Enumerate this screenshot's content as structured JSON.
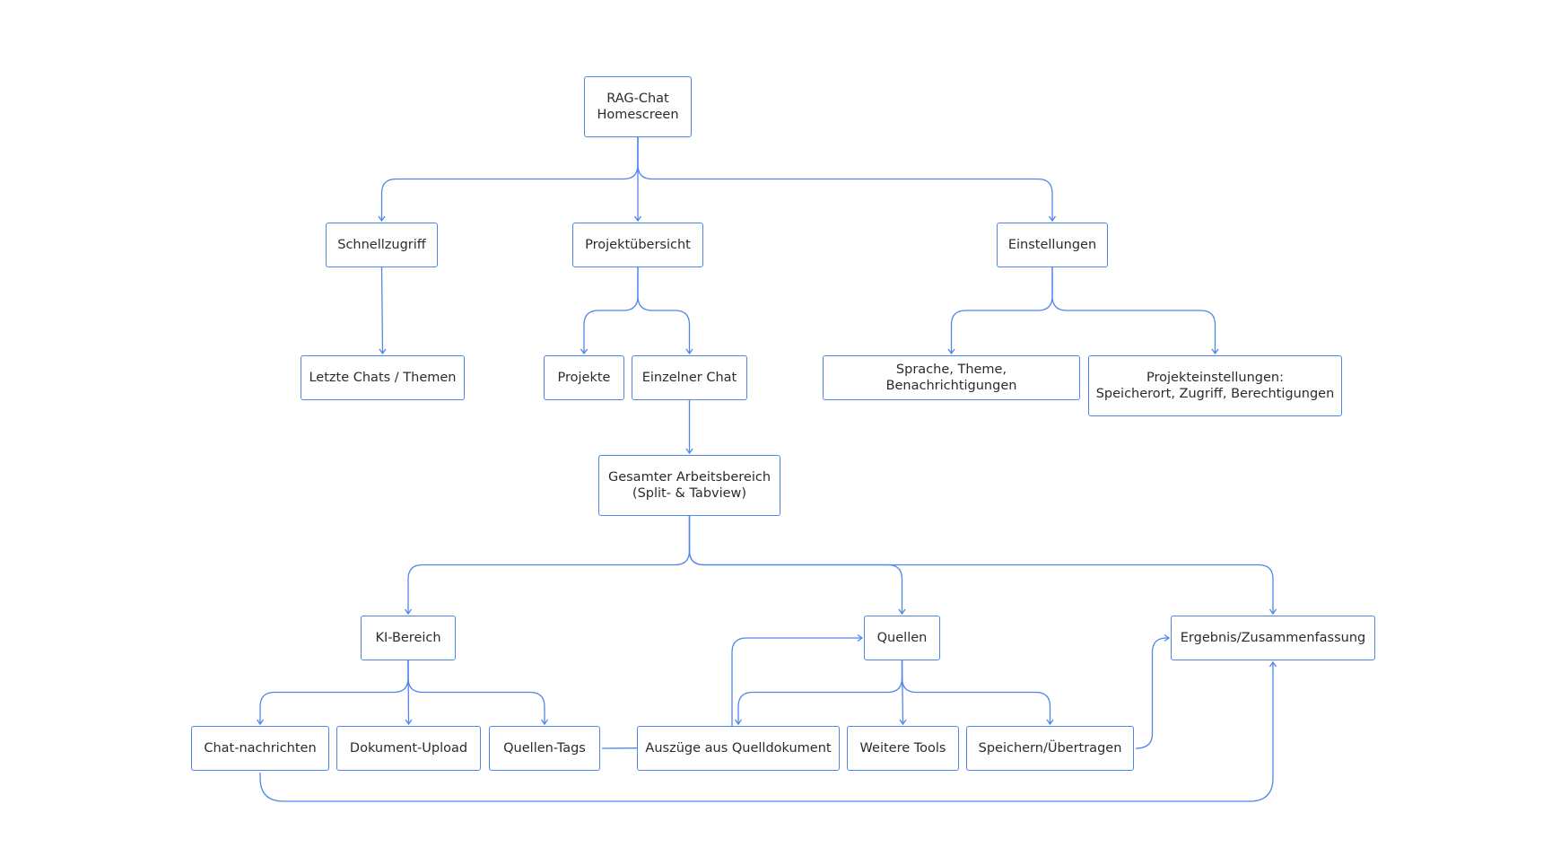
{
  "diagram": {
    "accent_color": "#4f86ea",
    "nodes": {
      "root": "RAG-Chat\nHomescreen",
      "schnellzugriff": "Schnellzugriff",
      "projektuebersicht": "Projektübersicht",
      "einstellungen": "Einstellungen",
      "letzte_chats": "Letzte Chats / Themen",
      "projekte": "Projekte",
      "einzelner_chat": "Einzelner Chat",
      "sprache": "Sprache, Theme, Benachrichtigungen",
      "projekteinstellungen": "Projekteinstellungen:\nSpeicherort, Zugriff, Berechtigungen",
      "arbeitsbereich": "Gesamter Arbeitsbereich\n(Split- & Tabview)",
      "ki_bereich": "KI-Bereich",
      "quellen": "Quellen",
      "ergebnis": "Ergebnis/Zusammenfassung",
      "chat_nachrichten": "Chat-nachrichten",
      "dokument_upload": "Dokument-Upload",
      "quellen_tags": "Quellen-Tags",
      "auszuege": "Auszüge aus Quelldokument",
      "weitere_tools": "Weitere Tools",
      "speichern": "Speichern/Übertragen"
    },
    "edges": [
      [
        "root",
        "schnellzugriff"
      ],
      [
        "root",
        "projektuebersicht"
      ],
      [
        "root",
        "einstellungen"
      ],
      [
        "schnellzugriff",
        "letzte_chats"
      ],
      [
        "projektuebersicht",
        "projekte"
      ],
      [
        "projektuebersicht",
        "einzelner_chat"
      ],
      [
        "einstellungen",
        "sprache"
      ],
      [
        "einstellungen",
        "projekteinstellungen"
      ],
      [
        "einzelner_chat",
        "arbeitsbereich"
      ],
      [
        "arbeitsbereich",
        "ki_bereich"
      ],
      [
        "arbeitsbereich",
        "quellen"
      ],
      [
        "arbeitsbereich",
        "ergebnis"
      ],
      [
        "ki_bereich",
        "chat_nachrichten"
      ],
      [
        "ki_bereich",
        "dokument_upload"
      ],
      [
        "ki_bereich",
        "quellen_tags"
      ],
      [
        "quellen",
        "auszuege"
      ],
      [
        "quellen",
        "weitere_tools"
      ],
      [
        "quellen",
        "speichern"
      ],
      [
        "quellen_tags",
        "quellen"
      ],
      [
        "speichern",
        "ergebnis"
      ],
      [
        "chat_nachrichten",
        "ergebnis"
      ]
    ]
  }
}
